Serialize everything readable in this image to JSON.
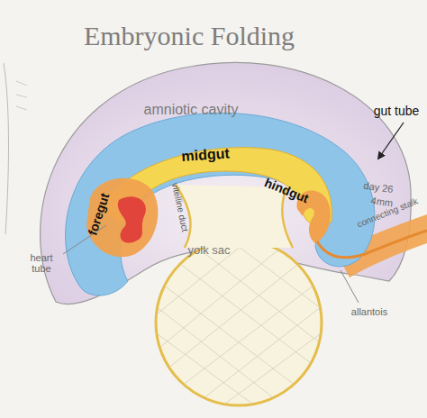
{
  "diagram": {
    "title": "Embryonic Folding",
    "labels": [
      "amniotic cavity",
      "gut tube",
      "midgut",
      "foregut",
      "hindgut",
      "vitelline duct",
      "day 26",
      "4mm",
      "heart tube",
      "yolk sac",
      "allantois",
      "connecting stalk"
    ]
  }
}
